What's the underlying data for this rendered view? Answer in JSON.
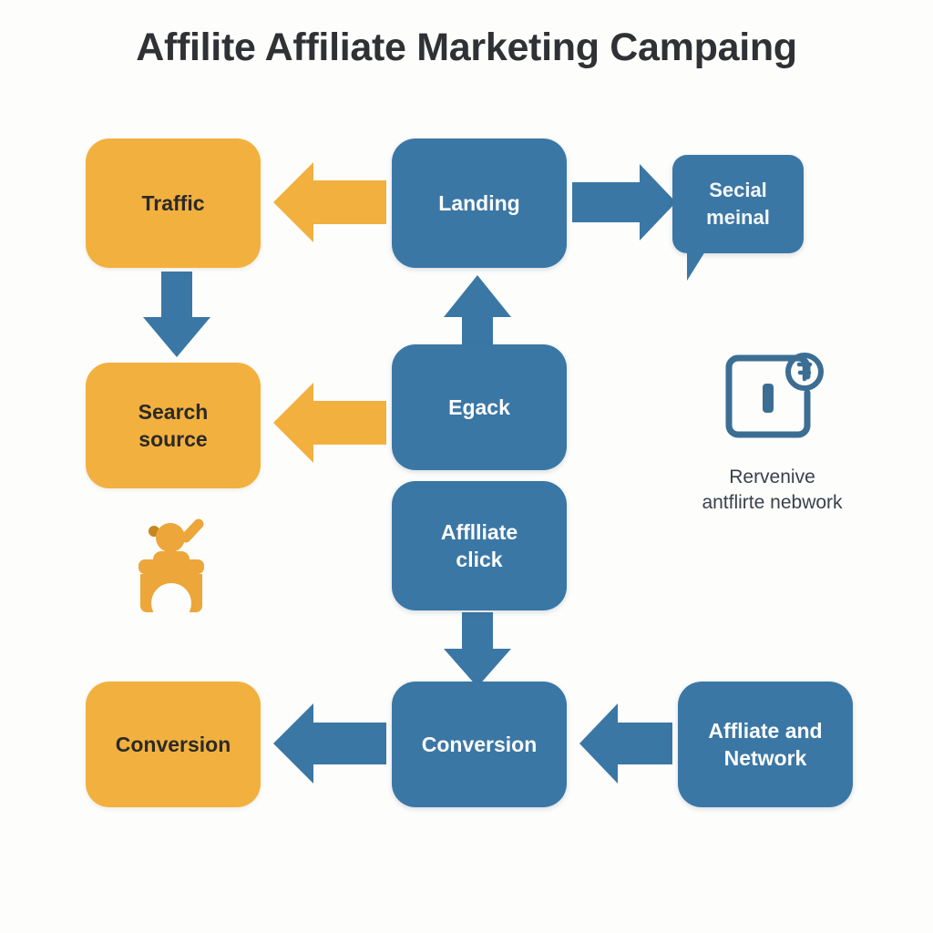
{
  "diagram": {
    "title": "Affilite Affiliate Marketing Campaing",
    "background_color": "#fdfdfc",
    "palette": {
      "orange": "#f2b03f",
      "blue": "#3b77a5",
      "dark_text": "#2b2a25",
      "light_text": "#fdfdfd",
      "caption_text": "#3a4149",
      "title_text": "#2f3134"
    },
    "nodes": [
      {
        "id": "traffic",
        "label": "Traffic",
        "color": "orange",
        "shape": "rounded-rect",
        "column": "left",
        "row": 1
      },
      {
        "id": "landing",
        "label": "Landing",
        "color": "blue",
        "shape": "rounded-rect",
        "column": "center",
        "row": 1
      },
      {
        "id": "social-media",
        "label": "Secial\nmeinal",
        "color": "blue",
        "shape": "speech-bubble",
        "column": "right",
        "row": 1
      },
      {
        "id": "search-source",
        "label": "Search\nsource",
        "color": "orange",
        "shape": "rounded-rect",
        "column": "left",
        "row": 2
      },
      {
        "id": "egack",
        "label": "Egack",
        "color": "blue",
        "shape": "rounded-rect",
        "column": "center",
        "row": 2
      },
      {
        "id": "affiliate-click",
        "label": "Afflliate\nclick",
        "color": "blue",
        "shape": "rounded-rect",
        "column": "center",
        "row": 3
      },
      {
        "id": "conversion-left",
        "label": "Conversion",
        "color": "orange",
        "shape": "rounded-rect",
        "column": "left",
        "row": 4
      },
      {
        "id": "conversion-mid",
        "label": "Conversion",
        "color": "blue",
        "shape": "rounded-rect",
        "column": "center",
        "row": 4
      },
      {
        "id": "affiliate-network",
        "label": "Affliate and\nNetwork",
        "color": "blue",
        "shape": "rounded-rect",
        "column": "right",
        "row": 4
      }
    ],
    "arrows": [
      {
        "id": "landing-to-traffic",
        "from": "landing",
        "to": "traffic",
        "direction": "left",
        "color": "#f2b03f"
      },
      {
        "id": "landing-to-social-media",
        "from": "landing",
        "to": "social-media",
        "direction": "right",
        "color": "#3b77a5"
      },
      {
        "id": "traffic-to-search-source",
        "from": "traffic",
        "to": "search-source",
        "direction": "down",
        "color": "#3b77a5"
      },
      {
        "id": "egack-to-landing",
        "from": "egack",
        "to": "landing",
        "direction": "up",
        "color": "#3b77a5"
      },
      {
        "id": "egack-to-search-source",
        "from": "egack",
        "to": "search-source",
        "direction": "left",
        "color": "#f2b03f"
      },
      {
        "id": "affiliate-click-to-conversion",
        "from": "affiliate-click",
        "to": "conversion-mid",
        "direction": "down",
        "color": "#3b77a5"
      },
      {
        "id": "conversion-mid-to-conversion-left",
        "from": "conversion-mid",
        "to": "conversion-left",
        "direction": "left",
        "color": "#3b77a5"
      },
      {
        "id": "affiliate-network-to-conversion",
        "from": "affiliate-network",
        "to": "conversion-mid",
        "direction": "left",
        "color": "#3b77a5"
      }
    ],
    "icons": [
      {
        "id": "revenue-network-icon",
        "name": "revenue-card-icon",
        "caption": "Rervenive\nantflirte nebwork",
        "color": "#3b6e92"
      },
      {
        "id": "audience-icon",
        "name": "audience-figure-icon",
        "caption": "",
        "color": "#eda63a"
      }
    ]
  }
}
